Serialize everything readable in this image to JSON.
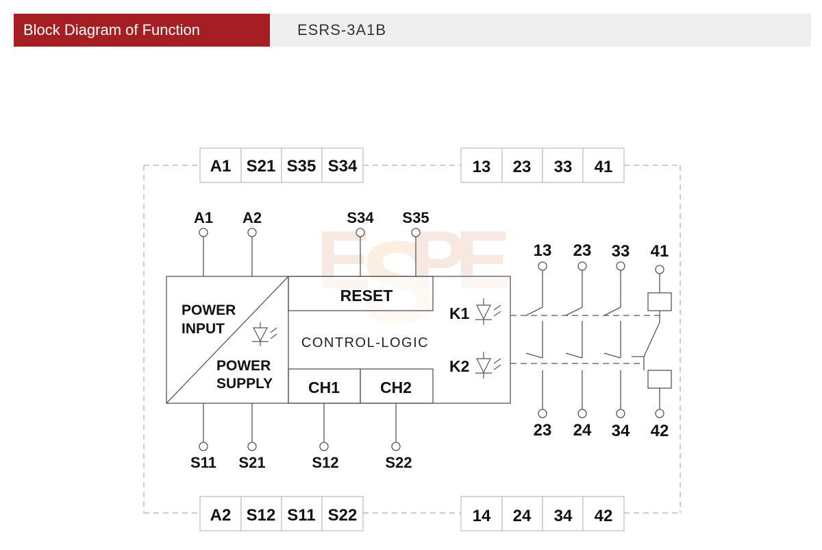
{
  "header": {
    "section_title": "Block Diagram of Function",
    "model": "ESRS-3A1B"
  },
  "terminals": {
    "top_left": [
      "A1",
      "S21",
      "S35",
      "S34"
    ],
    "top_right": [
      "13",
      "23",
      "33",
      "41"
    ],
    "bottom_left": [
      "A2",
      "S12",
      "S11",
      "S22"
    ],
    "bottom_right": [
      "14",
      "24",
      "34",
      "42"
    ]
  },
  "pins": {
    "top": [
      "A1",
      "A2",
      "S34",
      "S35"
    ],
    "bottom": [
      "S11",
      "S21",
      "S12",
      "S22"
    ],
    "contacts_top": [
      "13",
      "23",
      "33",
      "41"
    ],
    "contacts_bottom": [
      "23",
      "24",
      "34",
      "42"
    ]
  },
  "blocks": {
    "power_input": [
      "POWER",
      "INPUT"
    ],
    "power_supply": [
      "POWER",
      "SUPPLY"
    ],
    "reset": "RESET",
    "control_logic": "CONTROL-LOGIC",
    "ch1": "CH1",
    "ch2": "CH2",
    "k1": "K1",
    "k2": "K2"
  },
  "watermark": [
    "E",
    "S",
    "P",
    "E"
  ],
  "colors": {
    "accent": "#a51e22",
    "header_bar": "#efefef",
    "line": "#555555",
    "dashed": "#bbbbbb",
    "watermark": "#f3d6cc"
  }
}
